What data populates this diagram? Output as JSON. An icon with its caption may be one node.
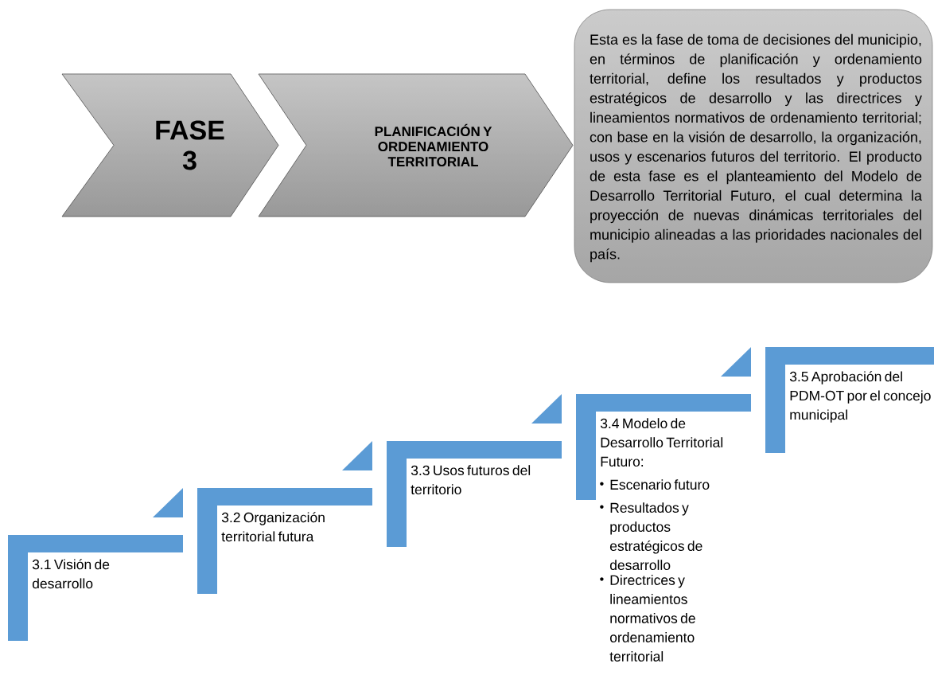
{
  "diagram": {
    "nodes": [
      {
        "text": [
          "FASE 3"
        ]
      },
      {
        "text": [
          "PLANIFICACIÓN Y ORDENAMIENTO TERRITORIAL"
        ]
      },
      {
        "text": [
          "Esta es la fase de toma de decisiones del municipio, en términos de planificación y ordenamiento territorial, define los resultados y productos estratégicos de desarrollo y las directrices y lineamientos normativos de ordenamiento territorial; con base en la visión de desarrollo, la organización, usos y escenarios futuros del territorio. El producto de esta fase es el planteamiento del Modelo de Desarrollo Territorial Futuro, el cual determina la proyección de nuevas dinámicas territoriales del municipio alineadas a las prioridades nacionales del país."
        ]
      },
      {
        "text": [
          "3.1 Visión de desarrollo"
        ]
      },
      {
        "text": [
          "3.2 Organización territorial futura"
        ]
      },
      {
        "text": [
          "3.3 Usos futuros del territorio"
        ]
      },
      {
        "text": [
          "3.4 Modelo de Desarrollo Territorial Futuro:",
          "Escenario futuro",
          "Resultados y productos estratégicos de desarrollo",
          "Directrices y lineamientos normativos de ordenamiento territorial"
        ]
      },
      {
        "text": [
          "3.5 Aprobación del PDM-OT por el concejo municipal"
        ]
      }
    ]
  }
}
